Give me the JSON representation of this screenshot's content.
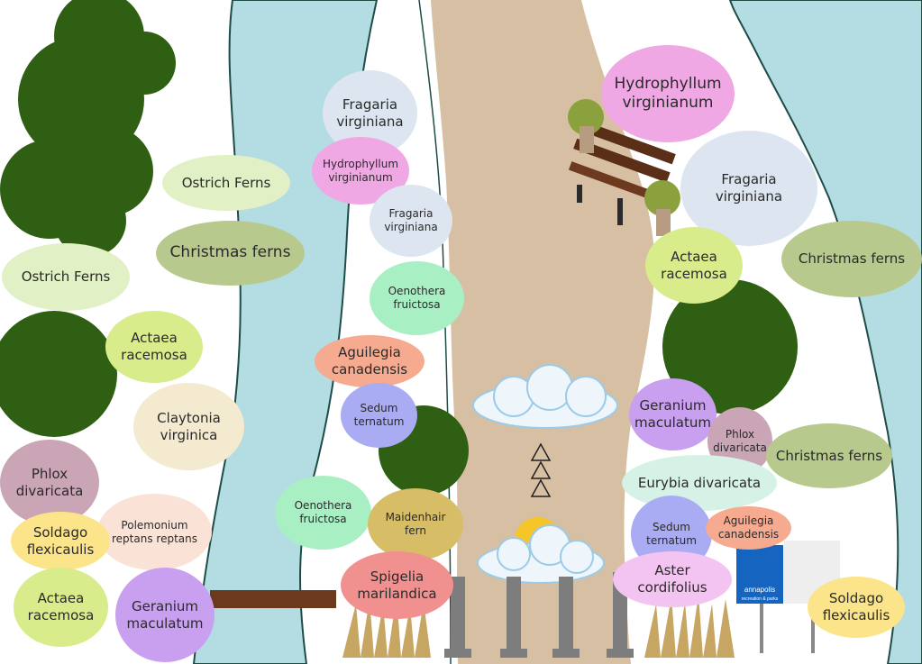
{
  "plants": [
    {
      "text": "Ostrich Ferns",
      "color": "#e2f0c6"
    },
    {
      "text": "Christmas ferns",
      "color": "#b7c98c"
    },
    {
      "text": "Ostrich Ferns",
      "color": "#e2f0c6"
    },
    {
      "text": "Actaea\nracemosa",
      "color": "#d9ec8c"
    },
    {
      "text": "Claytonia\nvirginica",
      "color": "#f4ead0"
    },
    {
      "text": "Phlox\ndivaricata",
      "color": "#c9a5b6"
    },
    {
      "text": "Polemonium\nreptans reptans",
      "color": "#fae3d6"
    },
    {
      "text": "Soldago\nflexicaulis",
      "color": "#fbe48a"
    },
    {
      "text": "Actaea\nracemosa",
      "color": "#d9ec8c"
    },
    {
      "text": "Geranium\nmaculatum",
      "color": "#c8a0ef"
    },
    {
      "text": "Fragaria\nvirginiana",
      "color": "#dce5f0"
    },
    {
      "text": "Hydrophyllum\nvirginianum",
      "color": "#f0a8e4"
    },
    {
      "text": "Fragaria\nvirginiana",
      "color": "#dce5f0"
    },
    {
      "text": "Oenothera\nfruictosa",
      "color": "#a8efc4"
    },
    {
      "text": "Aguilegia\ncanadensis",
      "color": "#f6aa8f"
    },
    {
      "text": "Sedum\nternatum",
      "color": "#a9acf2"
    },
    {
      "text": "Oenothera\nfruictosa",
      "color": "#a8efc4"
    },
    {
      "text": "Maidenhair\nfern",
      "color": "#d7bd66"
    },
    {
      "text": "Spigelia\nmarilandica",
      "color": "#f1918f"
    },
    {
      "text": "Hydrophyllum\nvirginianum",
      "color": "#f0a8e4"
    },
    {
      "text": "Fragaria\nvirginiana",
      "color": "#dce5f0"
    },
    {
      "text": "Actaea\nracemosa",
      "color": "#d9ec8c"
    },
    {
      "text": "Christmas ferns",
      "color": "#b7c98c"
    },
    {
      "text": "Geranium\nmaculatum",
      "color": "#c8a0ef"
    },
    {
      "text": "Phlox\ndivaricata",
      "color": "#c9a5b6"
    },
    {
      "text": "Christmas ferns",
      "color": "#b7c98c"
    },
    {
      "text": "Eurybia divaricata",
      "color": "#d6f2e6"
    },
    {
      "text": "Sedum\nternatum",
      "color": "#a9acf2"
    },
    {
      "text": "Aguilegia\ncanadensis",
      "color": "#f6aa8f"
    },
    {
      "text": "Aster\ncordifolius",
      "color": "#f3c3f2"
    },
    {
      "text": "Soldago\nflexicaulis",
      "color": "#fbe48a"
    }
  ],
  "sign": {
    "brand": "annapolis",
    "sub": "recreation & parks",
    "color": "#1565c0"
  },
  "colors": {
    "water": "#b3dce3",
    "path": "#d6bfa2",
    "tree": "#2e5f12",
    "bench": "#5a2e17",
    "bollard": "#7d7d7d",
    "grass": "#c7a563"
  }
}
